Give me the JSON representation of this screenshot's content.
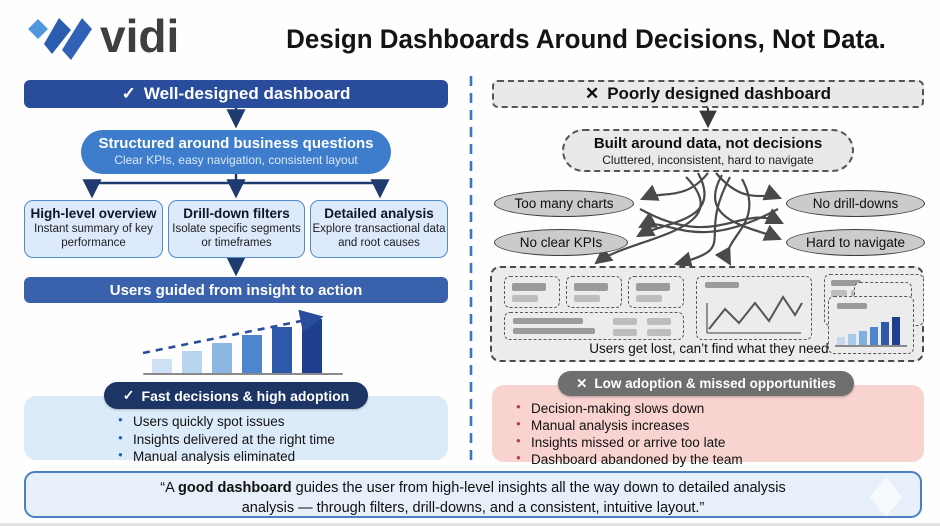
{
  "header": {
    "brand": "vidi",
    "title": "Design Dashboards Around Decisions, Not Data."
  },
  "icons": {
    "check": "✓",
    "cross": "✕"
  },
  "left": {
    "header_label": "Well-designed dashboard",
    "pill_title": "Structured around business questions",
    "pill_sub": "Clear KPIs, easy navigation, consistent layout",
    "boxes": [
      {
        "title": "High-level overview",
        "sub": "Instant summary of key performance"
      },
      {
        "title": "Drill-down filters",
        "sub": "Isolate specific segments or timeframes"
      },
      {
        "title": "Detailed analysis",
        "sub": "Explore transactional data and root causes"
      }
    ],
    "bar_label": "Users guided from insight to action",
    "badge_label": "Fast decisions & high adoption",
    "bullets": [
      "Users quickly spot issues",
      "Insights delivered at the right time",
      "Manual analysis eliminated"
    ],
    "chart": {
      "type": "bar",
      "values": [
        14,
        22,
        30,
        38,
        46,
        54
      ],
      "colors": [
        "#cfe2f5",
        "#b7d3ee",
        "#8db6e3",
        "#4d86cc",
        "#2e59ab",
        "#1e3f8e"
      ],
      "trend": "up"
    }
  },
  "right": {
    "header_label": "Poorly designed dashboard",
    "pill_title": "Built around data, not decisions",
    "pill_sub": "Cluttered, inconsistent, hard to navigate",
    "ovals": [
      "Too many charts",
      "No drill-downs",
      "No clear KPIs",
      "Hard to navigate"
    ],
    "box_caption": "Users get lost, can’t find what they need",
    "badge_label": "Low adoption & missed opportunities",
    "bullets": [
      "Decision-making slows down",
      "Manual analysis increases",
      "Insights missed or arrive too late",
      "Dashboard abandoned by the team"
    ],
    "thumb_chart": {
      "type": "bar",
      "values": [
        8,
        11,
        14,
        18,
        23,
        28
      ],
      "colors": [
        "#c5daf1",
        "#a9cbea",
        "#7fb0de",
        "#4d86cc",
        "#2e59ab",
        "#1e3f8e"
      ]
    }
  },
  "footer": {
    "quote_open": "“A ",
    "quote_bold": "good dashboard",
    "quote_line1_rest": " guides the user from high-level insights all the way down to detailed analysis",
    "quote_line2": "analysis — through filters, drill-downs, and a consistent, intuitive layout.”"
  },
  "colors": {
    "left_header_bg": "#2a4d9b",
    "left_pill_bg": "#3d7dcb",
    "left_box_bg": "#ddeafb",
    "left_mid_bar_bg": "#3a62ac",
    "navy_badge_bg": "#1c3565",
    "left_panel_bg": "#dcebf9",
    "right_box_bg": "#ececec",
    "gray_badge_bg": "#6f6f6f",
    "pink_panel_bg": "#f8d3d0",
    "quote_bg": "#e7f0fa",
    "divider_blue": "#3b76c4",
    "red_bullet": "#b0413c"
  }
}
